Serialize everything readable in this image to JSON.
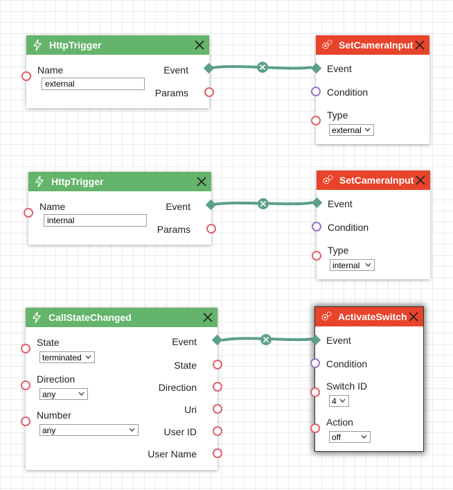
{
  "colors": {
    "trigger_header": "#64b46b",
    "action_header": "#e8432b",
    "wire": "#5c9f8c",
    "port": "#e0606b",
    "condition_port": "#9a74c4"
  },
  "icons": {
    "trigger": "lightning-icon",
    "action": "gears-icon",
    "close": "close-icon",
    "wire_delete": "close-icon",
    "dropdown": "chevron-down-icon"
  },
  "nodes": {
    "trigger1": {
      "title": "HttpTrigger",
      "name_label": "Name",
      "name_value": "external",
      "out_event": "Event",
      "out_params": "Params"
    },
    "action1": {
      "title": "SetCameraInput",
      "event": "Event",
      "condition": "Condition",
      "type_label": "Type",
      "type_value": "external"
    },
    "trigger2": {
      "title": "HttpTrigger",
      "name_label": "Name",
      "name_value": "internal",
      "out_event": "Event",
      "out_params": "Params"
    },
    "action2": {
      "title": "SetCameraInput",
      "event": "Event",
      "condition": "Condition",
      "type_label": "Type",
      "type_value": "internal"
    },
    "trigger3": {
      "title": "CallStateChanged",
      "state_label": "State",
      "state_value": "terminated",
      "direction_label": "Direction",
      "direction_value": "any",
      "number_label": "Number",
      "number_value": "any",
      "outputs": [
        "Event",
        "State",
        "Direction",
        "Uri",
        "User ID",
        "User Name"
      ]
    },
    "action3": {
      "title": "ActivateSwitch",
      "event": "Event",
      "condition": "Condition",
      "switch_label": "Switch ID",
      "switch_value": "4",
      "action_label": "Action",
      "action_value": "off"
    }
  }
}
